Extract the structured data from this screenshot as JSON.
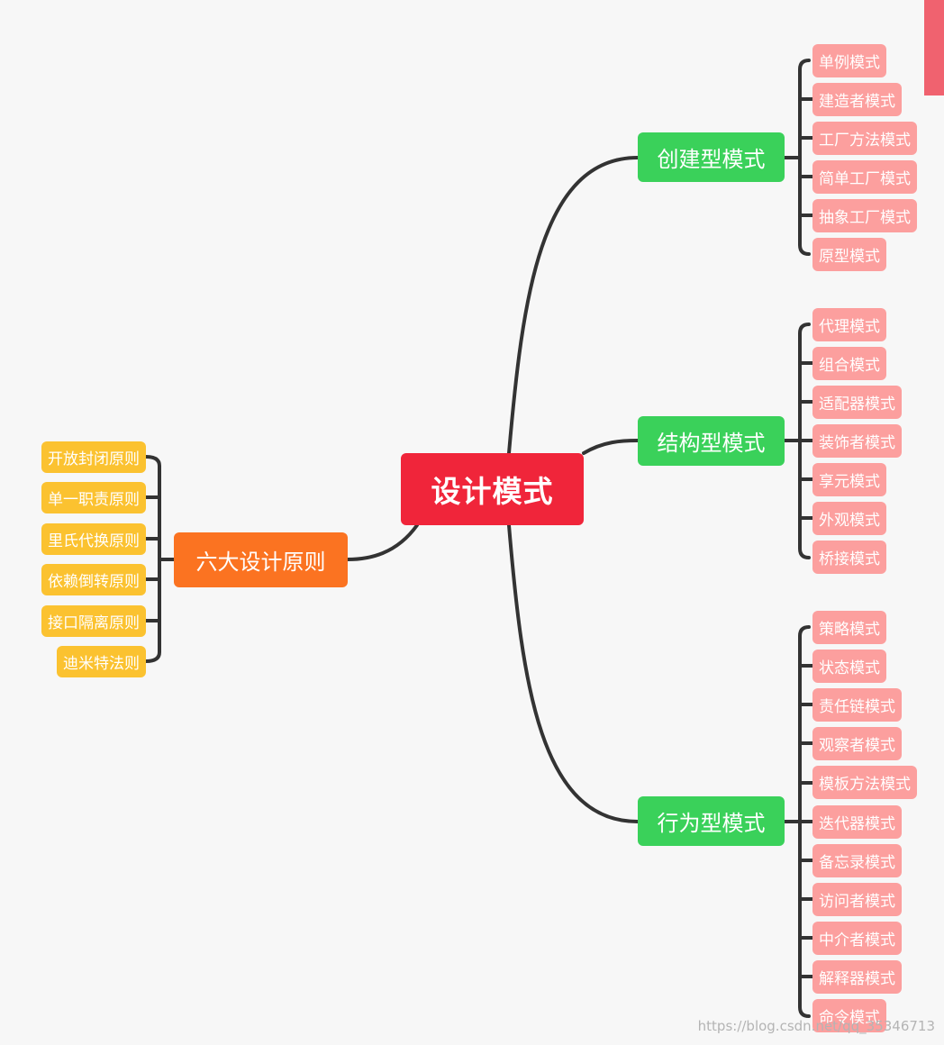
{
  "root": {
    "label": "设计模式"
  },
  "principles": {
    "label": "六大设计原则",
    "items": [
      "开放封闭原则",
      "单一职责原则",
      "里氏代换原则",
      "依赖倒转原则",
      "接口隔离原则",
      "迪米特法则"
    ]
  },
  "creational": {
    "label": "创建型模式",
    "items": [
      "单例模式",
      "建造者模式",
      "工厂方法模式",
      "简单工厂模式",
      "抽象工厂模式",
      "原型模式"
    ]
  },
  "structural": {
    "label": "结构型模式",
    "items": [
      "代理模式",
      "组合模式",
      "适配器模式",
      "装饰者模式",
      "享元模式",
      "外观模式",
      "桥接模式"
    ]
  },
  "behavioral": {
    "label": "行为型模式",
    "items": [
      "策略模式",
      "状态模式",
      "责任链模式",
      "观察者模式",
      "模板方法模式",
      "迭代器模式",
      "备忘录模式",
      "访问者模式",
      "中介者模式",
      "解释器模式",
      "命令模式"
    ]
  },
  "watermark": "https://blog.csdn.net/qq_35346713",
  "colors": {
    "root": "#f0253a",
    "pattern_category": "#3ad15a",
    "principles_category": "#fb7321",
    "pattern_leaf": "#fc9f9e",
    "principle_leaf": "#fbc230",
    "connector": "#333333"
  }
}
